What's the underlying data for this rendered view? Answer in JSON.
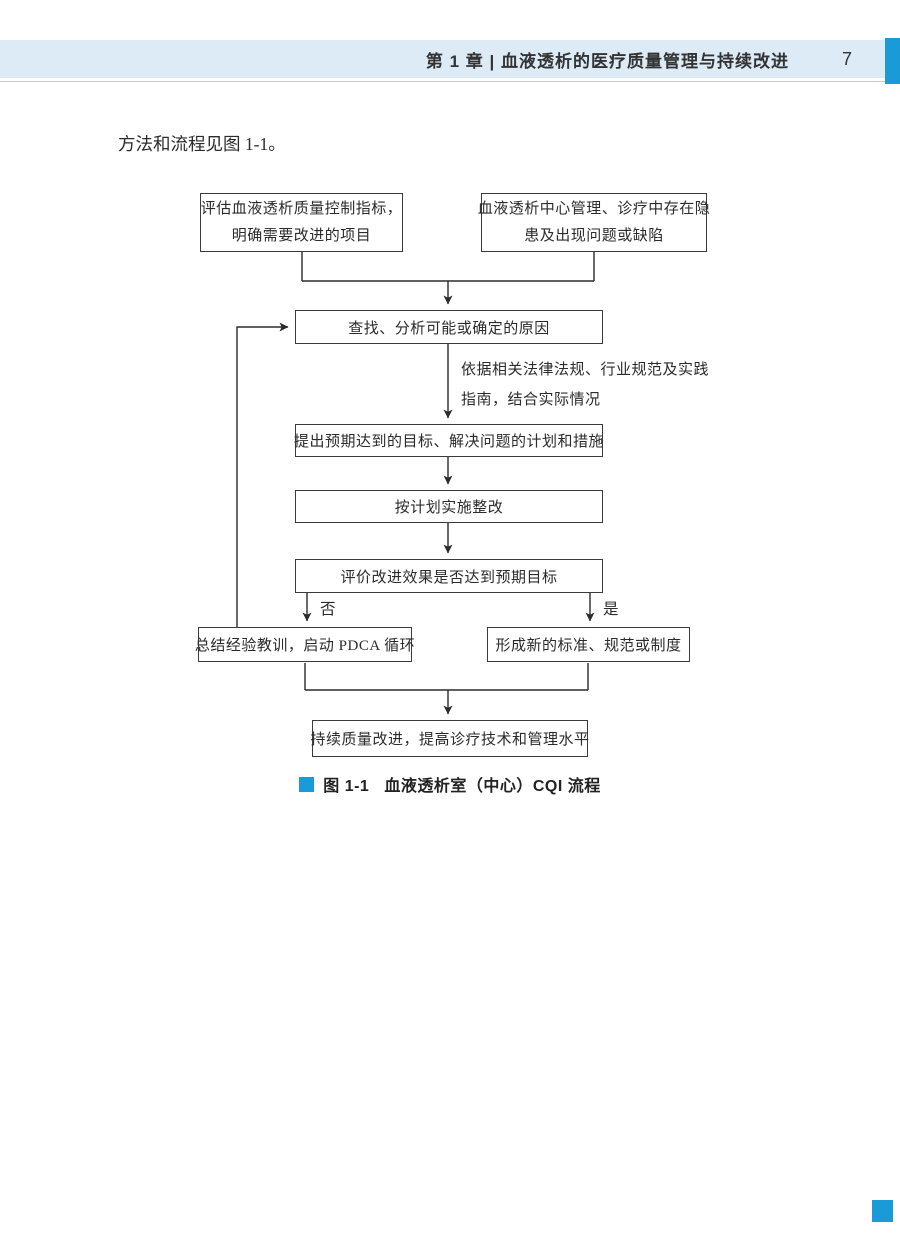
{
  "theme": {
    "accent_color": "#1a9ad6",
    "header_band_color": "#dcebf6"
  },
  "page": {
    "header": {
      "title": "第 1 章 | 血液透析的医疗质量管理与持续改进",
      "page_number": "7"
    },
    "intro_text": "方法和流程见图 1-1。"
  },
  "flowchart": {
    "nodes": {
      "assess": {
        "lines": [
          "评估血液透析质量控制指标，",
          "明确需要改进的项目"
        ]
      },
      "problems": {
        "lines": [
          "血液透析中心管理、诊疗中存在隐",
          "患及出现问题或缺陷"
        ]
      },
      "analyze": {
        "text": "查找、分析可能或确定的原因"
      },
      "propose": {
        "text": "提出预期达到的目标、解决问题的计划和措施"
      },
      "implement": {
        "text": "按计划实施整改"
      },
      "evaluate": {
        "text": "评价改进效果是否达到预期目标"
      },
      "summarize": {
        "text": "总结经验教训，启动 PDCA 循环"
      },
      "standardize": {
        "text": "形成新的标准、规范或制度"
      },
      "improve": {
        "text": "持续质量改进，提高诊疗技术和管理水平"
      }
    },
    "note": {
      "lines": [
        "依据相关法律法规、行业规范及实践",
        "指南，结合实际情况"
      ]
    },
    "labels": {
      "no": "否",
      "yes": "是"
    }
  },
  "figure": {
    "label": "图 1-1",
    "title": "血液透析室（中心）CQI 流程"
  }
}
